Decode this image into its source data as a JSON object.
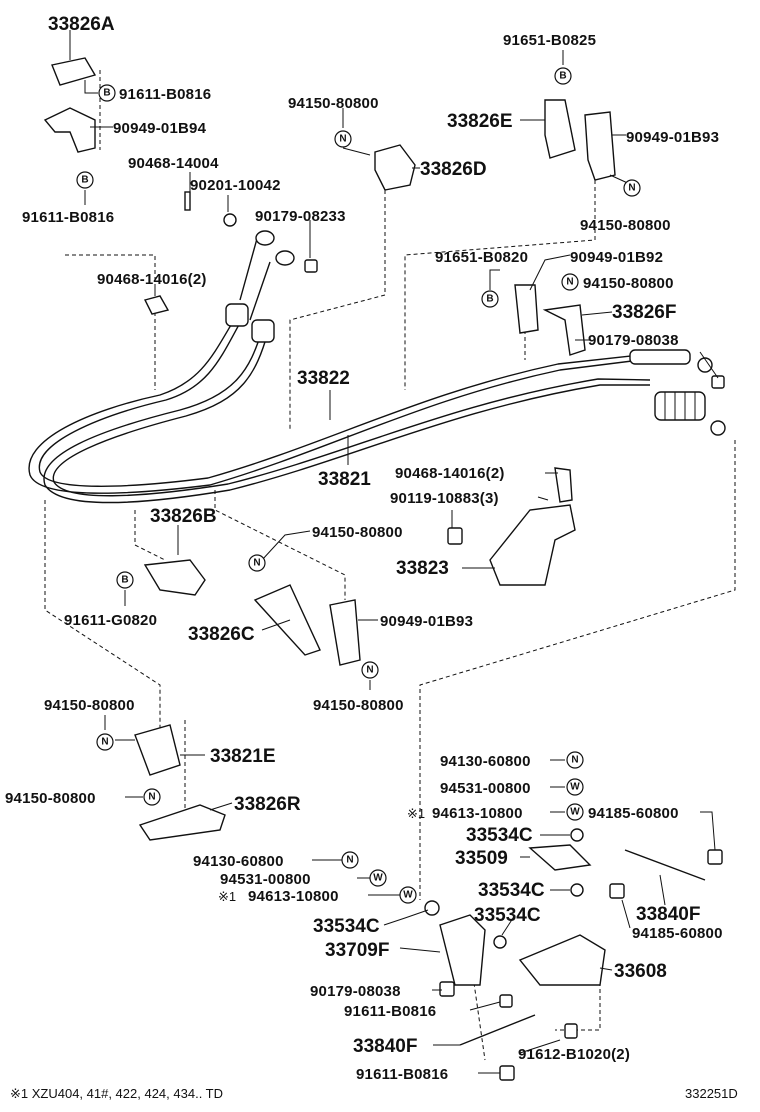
{
  "labels": {
    "l33826A": "33826A",
    "l91611_B0816_a": "91611-B0816",
    "l90949_01B94": "90949-01B94",
    "l91611_B0816_b": "91611-B0816",
    "l90468_14004": "90468-14004",
    "l90201_10042": "90201-10042",
    "l90179_08233": "90179-08233",
    "l90468_14016_2_a": "90468-14016(2)",
    "l94150_80800_a": "94150-80800",
    "l33826D": "33826D",
    "l91651_B0825": "91651-B0825",
    "l33826E": "33826E",
    "l90949_01B93_a": "90949-01B93",
    "l94150_80800_b": "94150-80800",
    "l91651_B0820": "91651-B0820",
    "l90949_01B92": "90949-01B92",
    "l94150_80800_c": "94150-80800",
    "l33826F": "33826F",
    "l90179_08038_a": "90179-08038",
    "l33822": "33822",
    "l33821": "33821",
    "l90468_14016_2_b": "90468-14016(2)",
    "l90119_10883_3": "90119-10883(3)",
    "l33826B": "33826B",
    "l94150_80800_d": "94150-80800",
    "l33823": "33823",
    "l91611_G0820": "91611-G0820",
    "l33826C": "33826C",
    "l90949_01B93_b": "90949-01B93",
    "l94150_80800_e": "94150-80800",
    "l94150_80800_f": "94150-80800",
    "l33821E": "33821E",
    "l94150_80800_g": "94150-80800",
    "l33826R": "33826R",
    "l94130_60800_a": "94130-60800",
    "l94531_00800_a": "94531-00800",
    "l94613_10800_a": "94613-10800",
    "l94185_60800_a": "94185-60800",
    "l33534C_a": "33534C",
    "l33509": "33509",
    "l33534C_b": "33534C",
    "l33840F_a": "33840F",
    "l94185_60800_b": "94185-60800",
    "l94130_60800_b": "94130-60800",
    "l94531_00800_b": "94531-00800",
    "l94613_10800_b": "94613-10800",
    "l33534C_c": "33534C",
    "l33534C_d": "33534C",
    "l33709F": "33709F",
    "l33608": "33608",
    "l90179_08038_b": "90179-08038",
    "l91611_B0816_c": "91611-B0816",
    "l33840F_b": "33840F",
    "l91612_B1020_2": "91612-B1020(2)",
    "l91611_B0816_d": "91611-B0816"
  },
  "marks": {
    "note": "※1",
    "b": "B",
    "n": "N",
    "w": "W"
  },
  "footnote": "※1 XZU404, 41#, 422, 424, 434.. TD",
  "drawing_code": "332251D"
}
